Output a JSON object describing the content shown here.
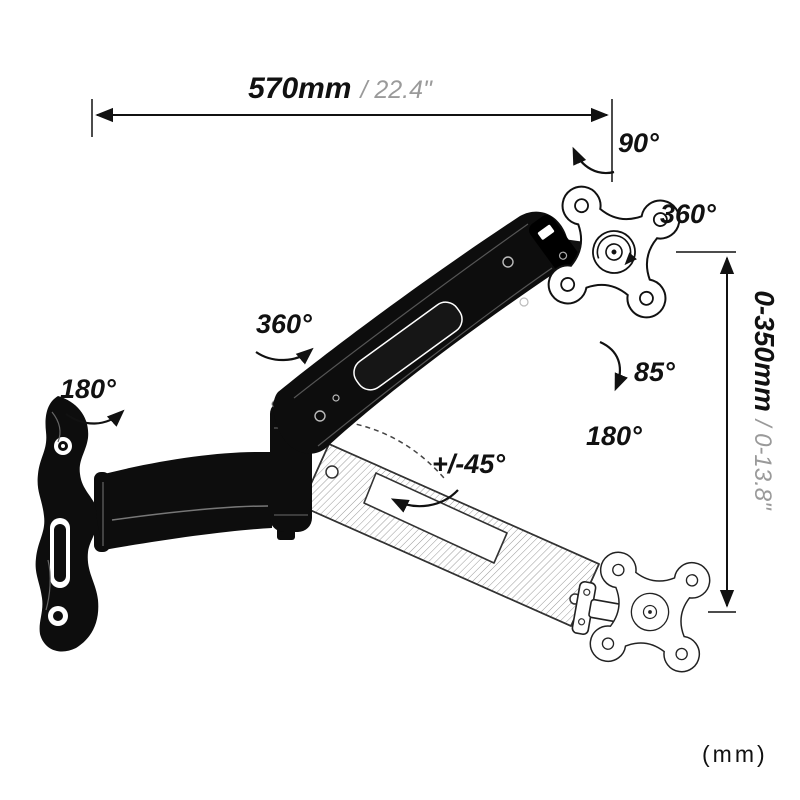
{
  "diagram_type": "monitor-wall-mount-articulation-spec",
  "colors": {
    "ink": "#111111",
    "muted": "#9a9a9a"
  },
  "labels": {
    "width_metric": "570mm",
    "width_imperial": "/ 22.4\"",
    "height_metric": "0-350mm",
    "height_imperial": "/ 0-13.8\"",
    "swivel_top": "90°",
    "rotation_vesa": "360°",
    "tilt_down": "85°",
    "swivel_monitor": "180°",
    "rotation_arm": "360°",
    "swivel_wall": "180°",
    "spring_tilt": "+/-45°",
    "unit_note": "(mm)"
  }
}
